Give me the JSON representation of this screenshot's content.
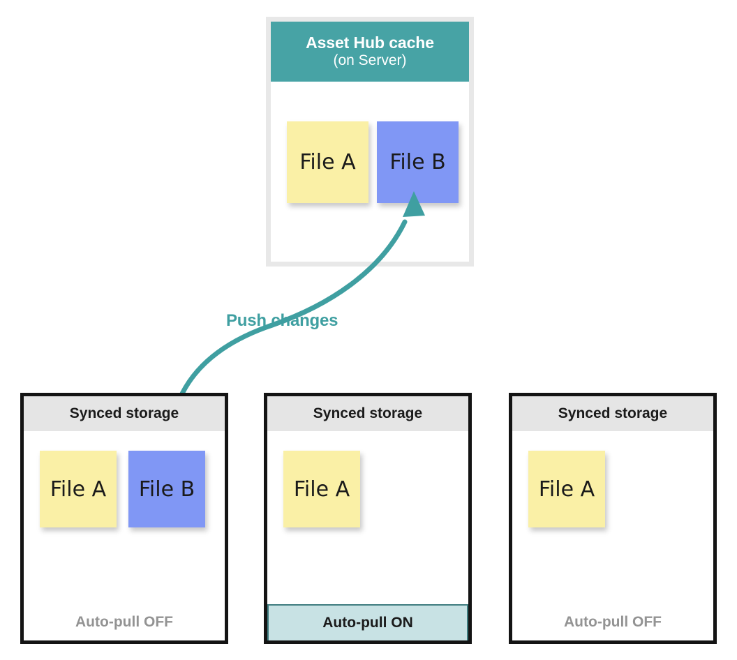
{
  "server_panel": {
    "title": "Asset Hub cache",
    "subtitle": "(on Server)",
    "header_color": "#47a3a5",
    "notes": [
      {
        "label": "File A",
        "color": "#faf0a6",
        "kind": "yellow"
      },
      {
        "label": "File B",
        "color": "#8097f5",
        "kind": "blue"
      }
    ]
  },
  "arrow": {
    "label": "Push changes",
    "color": "#3f9fa1",
    "direction": "up",
    "from": "client-1",
    "to": "server-panel"
  },
  "clients": [
    {
      "header": "Synced storage",
      "notes": [
        {
          "label": "File A",
          "color": "#faf0a6",
          "kind": "yellow"
        },
        {
          "label": "File B",
          "color": "#8097f5",
          "kind": "blue"
        }
      ],
      "status": "Auto-pull OFF",
      "status_state": "off",
      "status_color": "#939393"
    },
    {
      "header": "Synced storage",
      "notes": [
        {
          "label": "File A",
          "color": "#faf0a6",
          "kind": "yellow"
        }
      ],
      "status": "Auto-pull ON",
      "status_state": "on",
      "status_color": "#1a1a1a",
      "status_bg": "#c8e2e4"
    },
    {
      "header": "Synced storage",
      "notes": [
        {
          "label": "File A",
          "color": "#faf0a6",
          "kind": "yellow"
        }
      ],
      "status": "Auto-pull OFF",
      "status_state": "off",
      "status_color": "#939393"
    }
  ]
}
